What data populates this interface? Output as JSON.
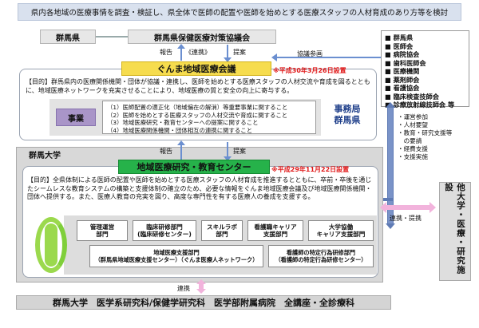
{
  "banner": {
    "text": "県内各地域の医療事情を調査・検証し、県全体で医師の配置や医師を始めとする医療スタッフの人材育成のあり方等を検討"
  },
  "top_boxes": {
    "pref": "群馬県",
    "council": "群馬県保健医療対策協議会"
  },
  "flow": {
    "report_up": "報告",
    "renkei_top": "《連携》",
    "proposal_down": "提案",
    "kyogi": "協議参画",
    "report2": "報告",
    "proposal2": "提案",
    "renkei_teikei": "連携・提携",
    "renkei_bottom": "連携"
  },
  "kaigi": {
    "title": "ぐんま地域医療会議",
    "date": "※平成30年3月26日設置",
    "purpose": "【目的】群馬県内の医療関係機関・団体が協議・連携し、医師を始めとする医療スタッフの人材交流や育成を図るとともに、地域医療ネットワークを充実させることにより、地域医療の質と安全の向上に寄与する。",
    "jigyo_label": "事業",
    "items": [
      "（1）医師配置の適正化（地域偏在の解消）等重要事業に関すること",
      "（2）医師を始めとする医療スタッフの人材交流や育成に関すること",
      "（3）地域医療研究・教育センターへの提案に関すること",
      "（4）地域医療関係機関・団体相互の連携に関すること"
    ],
    "office": "事務局\n群馬県"
  },
  "organizations": [
    "群馬県",
    "医師会",
    "病院協会",
    "歯科医師会",
    "医療機関",
    "薬剤師会",
    "看護協会",
    "臨床検査技師会",
    "診療放射線技師会 等"
  ],
  "support": [
    "・運営参加",
    "・人材要望",
    "・教育・研究支援等",
    "　の要請",
    "・経費支援",
    "・支援実施"
  ],
  "univ": {
    "label": "群馬大学"
  },
  "center": {
    "title": "地域医療研究・教育センター",
    "date": "※平成29年11月22日設置",
    "purpose": "【目的】全県体制による医師の配置や医師を始めとする医療スタッフの人材育成を推進するとともに、卒前・卒後を通じたシームレスな教育システムの構築と支援体制の確立のため、必要な情報をぐんま地域医療会議及び地域医療関係機関・団体へ提供する。また、医療人教育の充実を図り、高度な専門性を有する医療人の養成を支援する。",
    "depts": [
      "管理運営\n部門",
      "臨床研修部門\n(臨床研修センター)",
      "スキルラボ\n部門",
      "看護職キャリア\n支援部門",
      "大学協働\nキャリア支援部門",
      "地域医療支援部門\n（群馬県地域医療支援センター）（ぐんま医療人ネットワーク）",
      "看護師の特定行為研修部門\n（看護師の特定行為研修センター）"
    ]
  },
  "other_univ": "他大学・医療・研究施設",
  "bottom": "群馬大学　医学系研究科/保健学研究科　医学部附属病院　全講座・全診療科",
  "colors": {
    "yellow": "#f6dc4e",
    "green": "#26b24a",
    "purple": "#a995c8",
    "red": "#e01818",
    "arrow": "#6b8fd0",
    "pink": "#f2b3dc"
  }
}
